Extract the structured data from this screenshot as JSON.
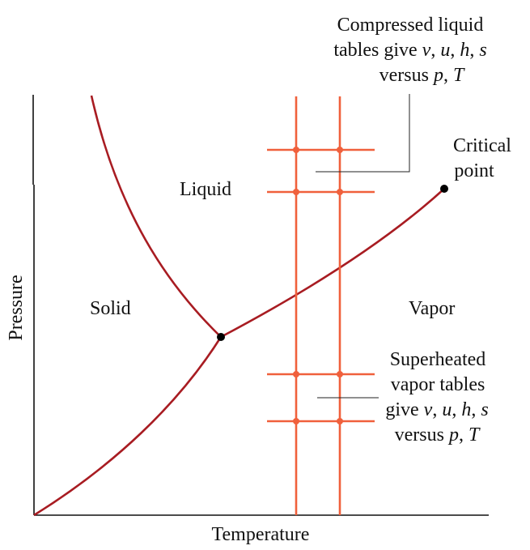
{
  "axes": {
    "xlabel": "Temperature",
    "ylabel": "Pressure"
  },
  "regions": {
    "liquid": "Liquid",
    "solid": "Solid",
    "vapor": "Vapor"
  },
  "critical_point": {
    "line1": "Critical",
    "line2": "point"
  },
  "compressed_note": {
    "line1": "Compressed liquid",
    "line2_prefix": "tables give ",
    "v": "v",
    "u": "u",
    "h": "h",
    "s": "s",
    "line3_prefix": "versus ",
    "p": "p",
    "T": "T"
  },
  "superheated_note": {
    "line1": "Superheated",
    "line2": "vapor tables",
    "line3_prefix": "give ",
    "v": "v",
    "u": "u",
    "h": "h",
    "s": "s",
    "line4_prefix": "versus ",
    "p": "p",
    "T": "T"
  },
  "colors": {
    "phase_curves": "#a81c22",
    "table_lines": "#f0603c",
    "axes": "#111111"
  }
}
